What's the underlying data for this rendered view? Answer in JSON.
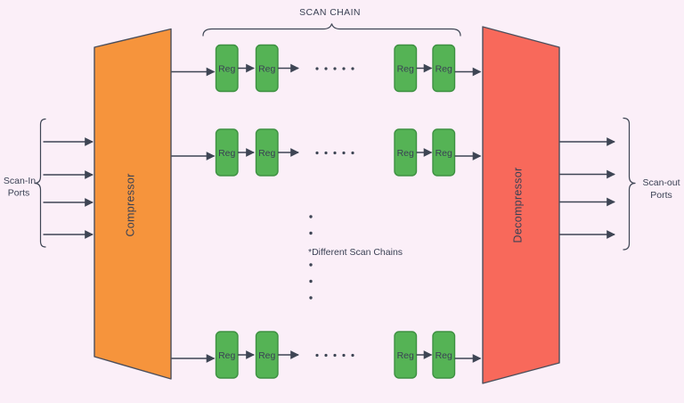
{
  "colors": {
    "background": "#FBEFF8",
    "compressor_fill": "#F6943C",
    "decompressor_fill": "#F8695B",
    "reg_fill": "#55B355",
    "reg_border": "#3E9142",
    "line": "#3E4554",
    "text": "#3A4154",
    "shape_border": "#4C4F5C"
  },
  "diagram": {
    "title": "SCAN CHAIN",
    "compressor_label": "Compressor",
    "decompressor_label": "Decompressor",
    "scan_in_label_line1": "Scan-In",
    "scan_in_label_line2": "Ports",
    "scan_out_label_line1": "Scan-out",
    "scan_out_label_line2": "Ports",
    "reg_label": "Reg",
    "middle_note": "*Different Scan Chains",
    "scan_in_port_count": 4,
    "scan_out_port_count": 4,
    "visible_scan_chain_rows": 3,
    "visible_regs_per_row": 4
  }
}
